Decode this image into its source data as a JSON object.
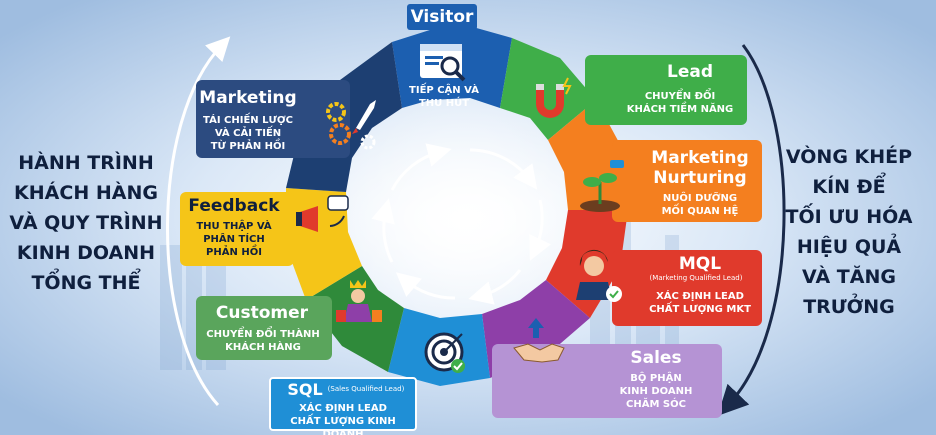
{
  "left_title": [
    "HÀNH TRÌNH",
    "KHÁCH HÀNG",
    "VÀ QUY TRÌNH",
    "KINH DOANH",
    "TỔNG THỂ"
  ],
  "right_title": [
    "VÒNG KHÉP",
    "KÍN ĐỂ",
    "TỐI ƯU HÓA",
    "HIỆU QUẢ",
    "VÀ TĂNG",
    "TRƯỞNG"
  ],
  "stages": {
    "visitor": {
      "title": "Visitor",
      "desc": [
        "TIẾP CẬN VÀ",
        "THU HÚT"
      ],
      "color": "#1c5fb0",
      "icon": "web-search-icon"
    },
    "lead": {
      "title": "Lead",
      "desc": [
        "CHUYỂN ĐỔI",
        "KHÁCH TIỀM NĂNG"
      ],
      "color": "#3fae49",
      "icon": "magnet-icon"
    },
    "nurturing": {
      "title": [
        "Marketing",
        "Nurturing"
      ],
      "desc": [
        "NUÔI DƯỠNG",
        "MỐI QUAN HỆ"
      ],
      "color": "#f47f1f",
      "icon": "plant-icon"
    },
    "mql": {
      "title": "MQL",
      "subtitle": "(Marketing Qualified Lead)",
      "desc": [
        "XÁC ĐỊNH LEAD",
        "CHẤT LƯỢNG MKT"
      ],
      "color": "#e03a2c",
      "icon": "verified-person-icon"
    },
    "sales": {
      "title": "Sales",
      "desc": [
        "BỘ PHẬN",
        "KINH DOANH",
        "CHĂM SÓC"
      ],
      "color": "#8e3fa8",
      "icon": "handshake-icon"
    },
    "sql": {
      "title": "SQL",
      "subtitle": "(Sales Qualified Lead)",
      "desc": [
        "XÁC ĐỊNH LEAD",
        "CHẤT LƯỢNG KINH DOANH"
      ],
      "color": "#1f8fd6",
      "icon": "target-icon"
    },
    "customer": {
      "title": "Customer",
      "desc": [
        "CHUYỂN ĐỔI THÀNH",
        "KHÁCH HÀNG"
      ],
      "color": "#2f8a3a",
      "icon": "customer-icon"
    },
    "feedback": {
      "title": "Feedback",
      "desc": [
        "THU THẬP VÀ",
        "PHÂN TÍCH",
        "PHẢN HỒI"
      ],
      "color": "#f5c518",
      "icon": "megaphone-icon"
    },
    "marketing": {
      "title": "Marketing",
      "desc": [
        "TÁI CHIẾN LƯỢC",
        "VÀ CẢI TIẾN",
        "TỪ PHẢN HỒI"
      ],
      "color": "#1d3f72",
      "icon": "rocket-gears-icon"
    }
  }
}
